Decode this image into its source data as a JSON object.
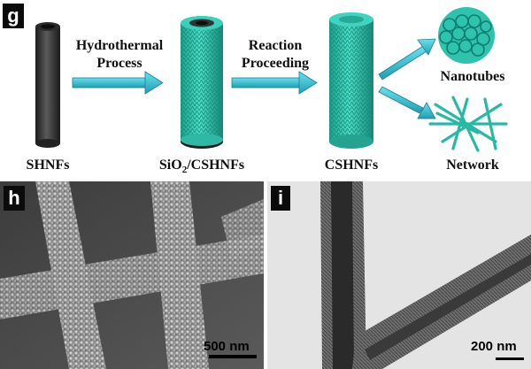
{
  "panels": {
    "g": "g",
    "h": "h",
    "i": "i"
  },
  "schematic": {
    "captions": {
      "shnfs": "SHNFs",
      "sio2": "SiO",
      "sio2_sub": "2",
      "sio2_rest": "/CSHNFs",
      "cshnfs": "CSHNFs",
      "nanotubes": "Nanotubes",
      "network": "Network"
    },
    "steps": {
      "step1_line1": "Hydrothermal",
      "step1_line2": "Process",
      "step2_line1": "Reaction",
      "step2_line2": "Proceeding"
    },
    "colors": {
      "fiber_dark": "#3a3a3a",
      "teal": "#33c9b4",
      "arrow": "#2fb8c8"
    }
  },
  "micrographs": {
    "sem_scale": "500 nm",
    "tem_scale": "200 nm"
  }
}
